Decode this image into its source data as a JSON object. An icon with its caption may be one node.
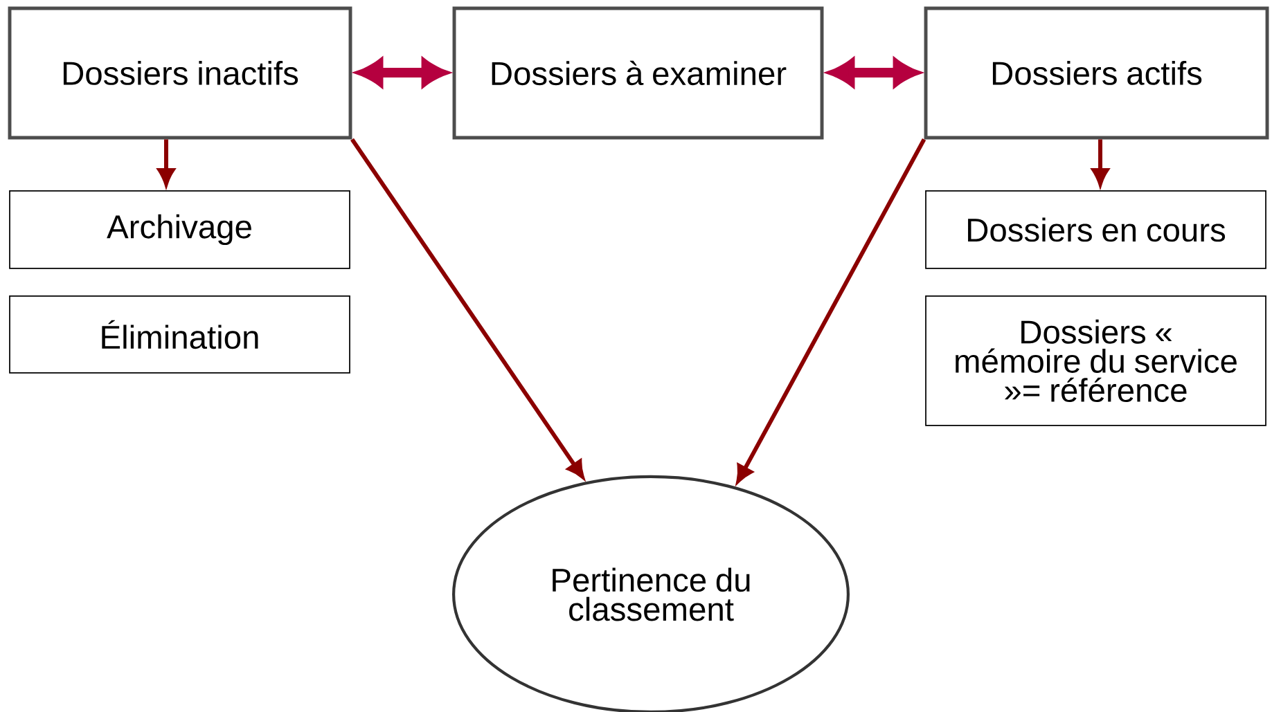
{
  "diagram": {
    "nodes": [
      {
        "text": [
          "Dossiers inactifs"
        ]
      },
      {
        "text": [
          "Dossiers à examiner"
        ]
      },
      {
        "text": [
          "Dossiers actifs"
        ]
      },
      {
        "text": [
          "Archivage"
        ]
      },
      {
        "text": [
          "Élimination"
        ]
      },
      {
        "text": [
          "Dossiers en cours"
        ]
      },
      {
        "text": [
          "Dossiers « mémoire du service »= référence"
        ]
      },
      {
        "text": [
          "Pertinence du classement"
        ]
      }
    ],
    "edges": [
      {
        "from": 0,
        "to": 1,
        "arrow": "both",
        "style": "thick",
        "color": "#b5003f"
      },
      {
        "from": 1,
        "to": 2,
        "arrow": "both",
        "style": "thick",
        "color": "#b5003f"
      },
      {
        "from": 0,
        "to": 3,
        "arrow": "to"
      },
      {
        "from": 2,
        "to": 5,
        "arrow": "to"
      },
      {
        "from": 0,
        "to": 7,
        "arrow": "to"
      },
      {
        "from": 2,
        "to": 7,
        "arrow": "to"
      }
    ]
  }
}
